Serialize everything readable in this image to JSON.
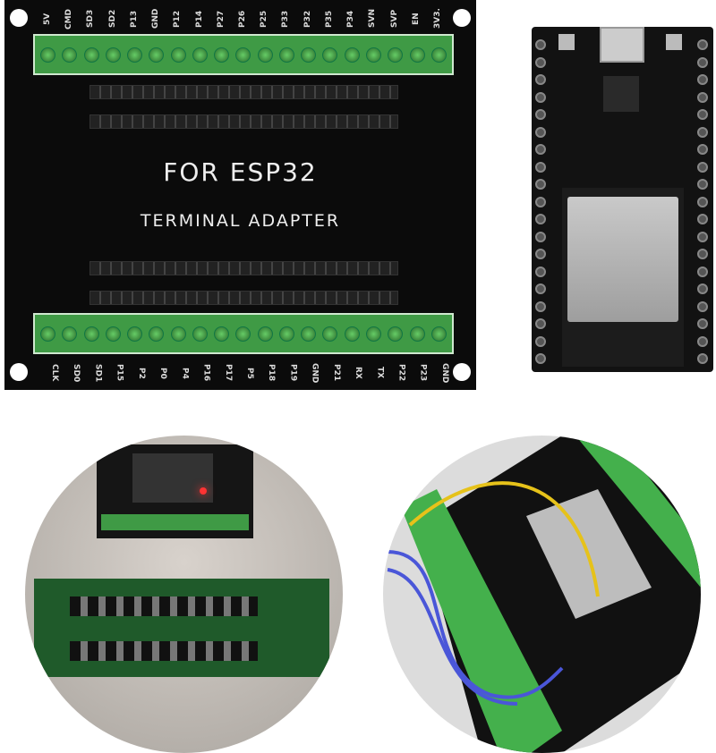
{
  "adapter": {
    "title": "FOR ESP32",
    "subtitle": "TERMINAL ADAPTER",
    "top_pins": [
      "5V",
      "CMD",
      "SD3",
      "SD2",
      "P13",
      "GND",
      "P12",
      "P14",
      "P27",
      "P26",
      "P25",
      "P33",
      "P32",
      "P35",
      "P34",
      "SVN",
      "SVP",
      "EN",
      "3V3."
    ],
    "bottom_pins": [
      "CLK",
      "SD0",
      "SD1",
      "P15",
      "P2",
      "P0",
      "P4",
      "P16",
      "P17",
      "P5",
      "P18",
      "P19",
      "GND",
      "P21",
      "RX",
      "TX",
      "P22",
      "P23",
      "GND"
    ]
  },
  "colors": {
    "board": "#0b0b0b",
    "terminal": "#3f9a45"
  }
}
